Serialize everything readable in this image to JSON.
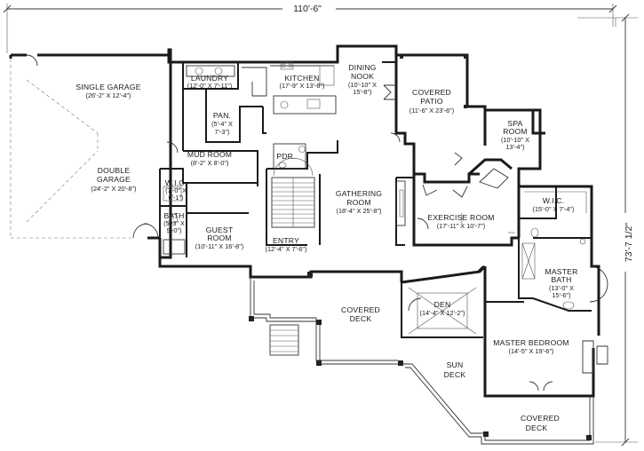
{
  "overall": {
    "width": "110'-6\"",
    "depth": "73'-7 1/2\""
  },
  "rooms": {
    "single_garage": {
      "name": "SINGLE GARAGE",
      "dims": "(26'-2\" X 12'-4\")"
    },
    "double_garage": {
      "name1": "DOUBLE",
      "name2": "GARAGE",
      "dims": "(24'-2\" X 20'-8\")"
    },
    "laundry": {
      "name": "LAUNDRY",
      "dims": "(12'-0\" X 7'-11\")"
    },
    "kitchen": {
      "name": "KITCHEN",
      "dims": "(17'-9\" X 13'-8\")"
    },
    "dining_nook": {
      "name1": "DINING",
      "name2": "NOOK",
      "dims1": "(10'-10\" X",
      "dims2": "15'-8\")"
    },
    "covered_patio": {
      "name1": "COVERED",
      "name2": "PATIO",
      "dims": "(11'-6\" X 23'-6\")"
    },
    "pantry": {
      "name": "PAN.",
      "dims1": "(5'-4\" X",
      "dims2": "7'-3\")"
    },
    "spa_room": {
      "name1": "SPA",
      "name2": "ROOM",
      "dims1": "(10'-10\" X",
      "dims2": "13'-4\")"
    },
    "mud_room": {
      "name": "MUD ROOM",
      "dims": "(8'-2\" X 8'-0\")"
    },
    "pdr": {
      "name": "PDR."
    },
    "wic_guest": {
      "name": "W.I.C.",
      "dims1": "(7'-0\" X",
      "dims2": "6'-1\")"
    },
    "bath_guest": {
      "name": "BATH",
      "dims1": "(5'-3\" X",
      "dims2": "9'-0\")"
    },
    "guest_room": {
      "name1": "GUEST",
      "name2": "ROOM",
      "dims": "(10'-11\" X 16'-8\")"
    },
    "gathering_room": {
      "name1": "GATHERING",
      "name2": "ROOM",
      "dims": "(18'-4\" X 25'-8\")"
    },
    "exercise_room": {
      "name": "EXERCISE ROOM",
      "dims": "(17'-11\" X 10'-7\")"
    },
    "wic_master": {
      "name": "W.I.C.",
      "dims": "(15'-0\" X 7'-4\")"
    },
    "entry": {
      "name": "ENTRY",
      "dims": "(12'-4\" X 7'-6\")"
    },
    "master_bath": {
      "name1": "MASTER",
      "name2": "BATH",
      "dims1": "(13'-0\" X",
      "dims2": "15'-6\")"
    },
    "den": {
      "name": "DEN",
      "dims": "(14'-4\" X 12'-2\")"
    },
    "covered_deck_front": {
      "name1": "COVERED",
      "name2": "DECK"
    },
    "master_bedroom": {
      "name": "MASTER BEDROOM",
      "dims": "(14'-5\" X 19'-6\")"
    },
    "sun_deck": {
      "name1": "SUN",
      "name2": "DECK"
    },
    "covered_deck_rear": {
      "name1": "COVERED",
      "name2": "DECK"
    }
  }
}
